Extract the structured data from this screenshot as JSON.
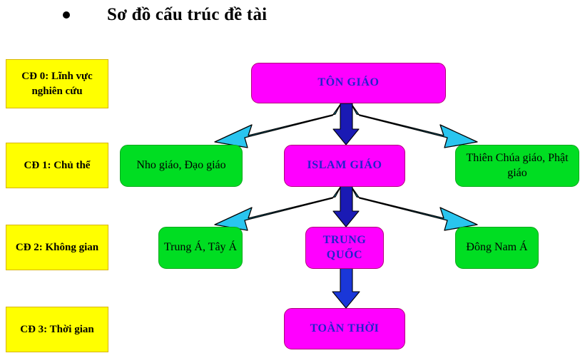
{
  "title": {
    "bullet": "bullet-point",
    "text": "Sơ đồ cấu trúc đề tài"
  },
  "legend": {
    "items": [
      {
        "label": "CĐ 0: Lĩnh vực nghiên cứu"
      },
      {
        "label": "CĐ 1: Chủ thể"
      },
      {
        "label": "CĐ 2: Không gian"
      },
      {
        "label": "CĐ 3: Thời gian"
      }
    ]
  },
  "diagram": {
    "level0": {
      "root": {
        "label": "TÔN GIÁO",
        "color": "#ff00ff",
        "text_color": "#2222cc"
      }
    },
    "level1": {
      "left": {
        "label": "Nho giáo, Đạo giáo",
        "color": "#00dd22",
        "text_color": "#000000"
      },
      "center": {
        "label": "ISLAM GIÁO",
        "color": "#ff00ff",
        "text_color": "#2222cc"
      },
      "right": {
        "label": "Thiên Chúa giáo, Phật giáo",
        "color": "#00dd22",
        "text_color": "#000000"
      }
    },
    "level2": {
      "left": {
        "label": "Trung Á, Tây Á",
        "color": "#00dd22",
        "text_color": "#000000"
      },
      "center": {
        "label": "TRUNG QUỐC",
        "color": "#ff00ff",
        "text_color": "#2222cc"
      },
      "right": {
        "label": "Đông Nam Á",
        "color": "#00dd22",
        "text_color": "#000000"
      }
    },
    "level3": {
      "center": {
        "label": "TOÀN THỜI",
        "color": "#ff00ff",
        "text_color": "#2222cc"
      }
    },
    "arrow_colors": {
      "diagonal": "#29c5ef",
      "vertical": "#1a1ab4",
      "vertical_bottom": "#1a37d8",
      "outline": "#000000"
    }
  }
}
